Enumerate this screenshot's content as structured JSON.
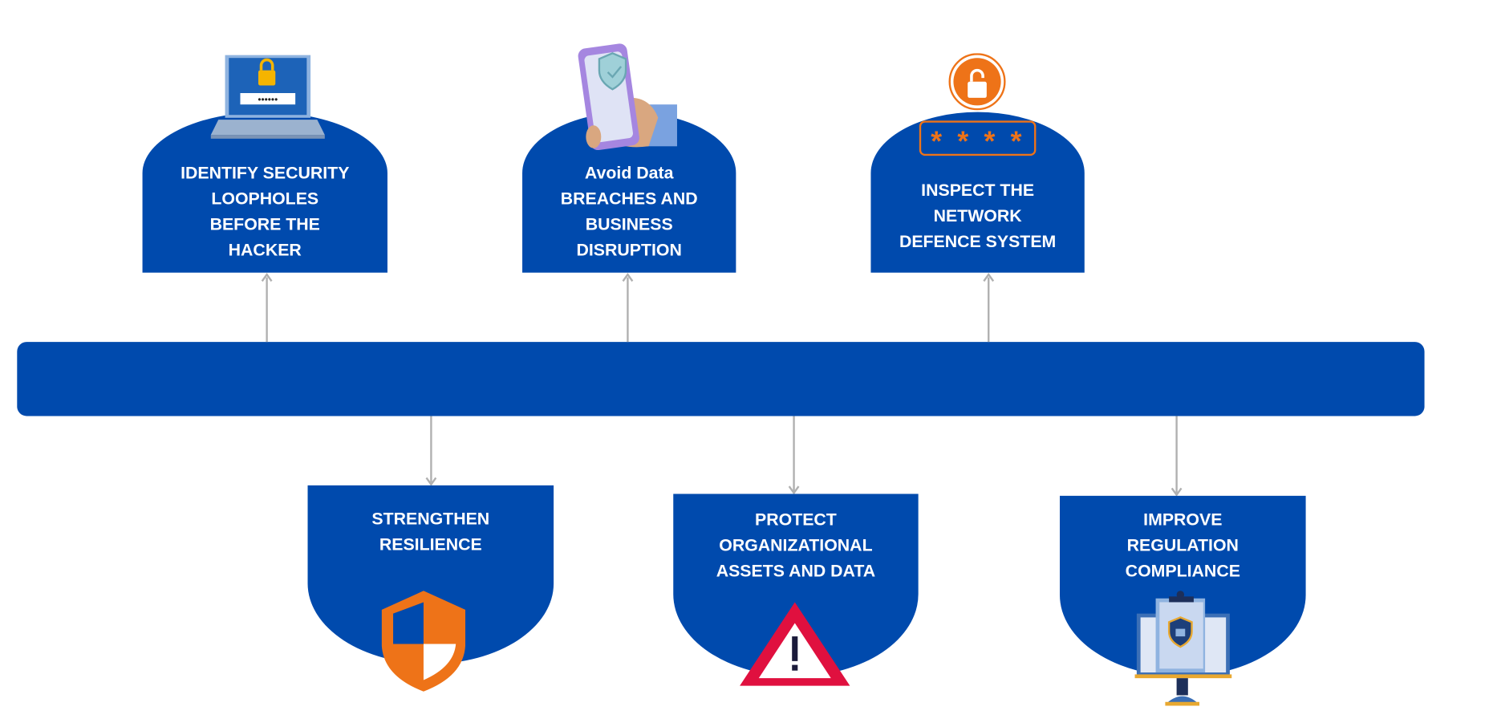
{
  "top_items": [
    {
      "label_lines": [
        "IDENTIFY SECURITY",
        "LOOPHOLES",
        "BEFORE THE",
        "HACKER"
      ],
      "icon": "laptop-lock-icon"
    },
    {
      "label_lines": [
        "Avoid Data",
        "BREACHES AND",
        "BUSINESS",
        "DISRUPTION"
      ],
      "icon": "phone-shield-icon"
    },
    {
      "label_lines": [
        "INSPECT THE",
        "NETWORK",
        "DEFENCE SYSTEM"
      ],
      "icon": "password-lock-icon"
    }
  ],
  "bottom_items": [
    {
      "label_lines": [
        "STRENGTHEN",
        "RESILIENCE"
      ],
      "icon": "shield-icon"
    },
    {
      "label_lines": [
        "PROTECT",
        "ORGANIZATIONAL",
        "ASSETS AND DATA"
      ],
      "icon": "warning-icon"
    },
    {
      "label_lines": [
        "IMPROVE",
        "REGULATION",
        "COMPLIANCE"
      ],
      "icon": "compliance-monitor-icon"
    }
  ],
  "colors": {
    "primary": "#004aad",
    "accent": "#ee7318",
    "warning": "#e0103f",
    "arrow": "#b0b0b0"
  }
}
